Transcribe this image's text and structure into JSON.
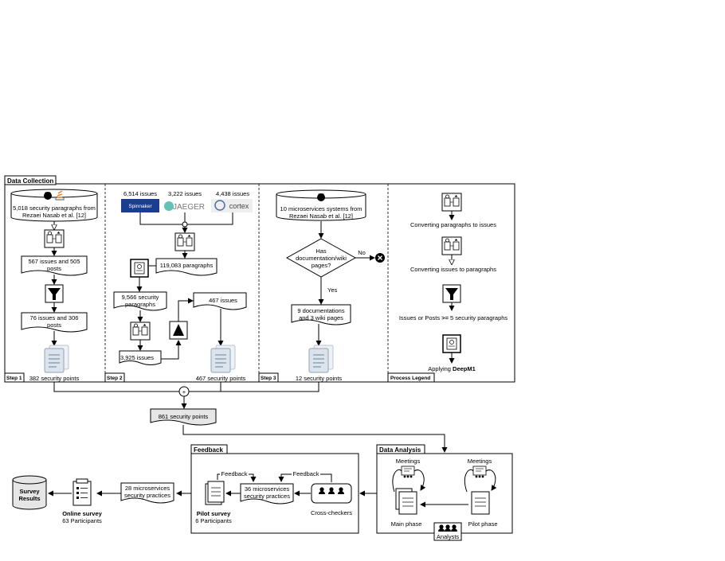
{
  "sections": {
    "data_collection": "Data Collection",
    "feedback": "Feedback",
    "data_analysis": "Data Analysis"
  },
  "steps": {
    "step1": "Step 1",
    "step2": "Step 2",
    "step3": "Step 3",
    "legend": "Process Legend"
  },
  "step1": {
    "source_l1": "5,018  security paragraphs from",
    "source_l2": "Rezaei Nasab et al. [12]",
    "doc1_l1": "567 issues and 505",
    "doc1_l2": "posts",
    "doc2_l1": "76 issues and 306",
    "doc2_l2": "posts",
    "result": "382 security points"
  },
  "step2": {
    "spinnaker_issues": "6,514 issues",
    "jaeger_issues": "3,222 issues",
    "cortex_issues": "4,438 issues",
    "logo_spinnaker": "Spinnaker",
    "logo_jaeger": "JAEGER",
    "logo_cortex": "cortex",
    "paragraphs": "119,083 paragraphs",
    "sec_par_l1": "9,566 security",
    "sec_par_l2": "paragraphs",
    "issues3925": "3,925 issues",
    "issues467": "467 issues",
    "result": "467 security points"
  },
  "step3": {
    "source_l1": "10 microservices systems from",
    "source_l2": "Rezaei Nasab et al. [12]",
    "decision_l1": "Has",
    "decision_l2": "documentation/wiki",
    "decision_l3": "pages?",
    "no": "No",
    "yes": "Yes",
    "docs_l1": "9 documentations",
    "docs_l2": "and 3 wiki pages",
    "result": "12 security points"
  },
  "legend": {
    "item1": "Converting paragraphs to issues",
    "item2": "Converting issues to paragraphs",
    "item3_pre": "Issues or Posts ",
    "item3_op": ">=",
    "item3_post": " 5 security paragraphs",
    "item4_pre": "Applying ",
    "item4_bold": "DeepM1"
  },
  "merge": {
    "plus": "+",
    "total": "861 security points"
  },
  "feedback": {
    "fb1": "Feedback",
    "fb2": "Feedback",
    "pilot_title": "Pilot survey",
    "pilot_sub": "6 Participants",
    "practices36_l1": "36 microservices",
    "practices36_l2": "security practices",
    "cross_checkers": "Cross-checkers"
  },
  "analysis": {
    "meetings1": "Meetings",
    "meetings2": "Meetings",
    "main_phase": "Main phase",
    "pilot_phase": "Pilot phase",
    "analysts": "Analysts"
  },
  "outputs": {
    "practices28_l1": "28 microservices",
    "practices28_l2": "security practices",
    "online_title": "Online survey",
    "online_sub": "63 Participants",
    "results_l1": "Survey",
    "results_l2": "Results"
  },
  "colors": {
    "stroke": "#000000",
    "doc_icon_fill": "#dde3ea",
    "doc_icon_lines": "#8ca4bd",
    "spinnaker_blue": "#1a3d8f",
    "jaeger_teal": "#60c2b8"
  },
  "icons": [
    "github-icon",
    "stackoverflow-icon",
    "conversion-icon",
    "filter-icon",
    "deepm1-icon",
    "document-icon",
    "cross-icon",
    "people-icon",
    "meeting-icon",
    "database-icon",
    "survey-icon"
  ]
}
